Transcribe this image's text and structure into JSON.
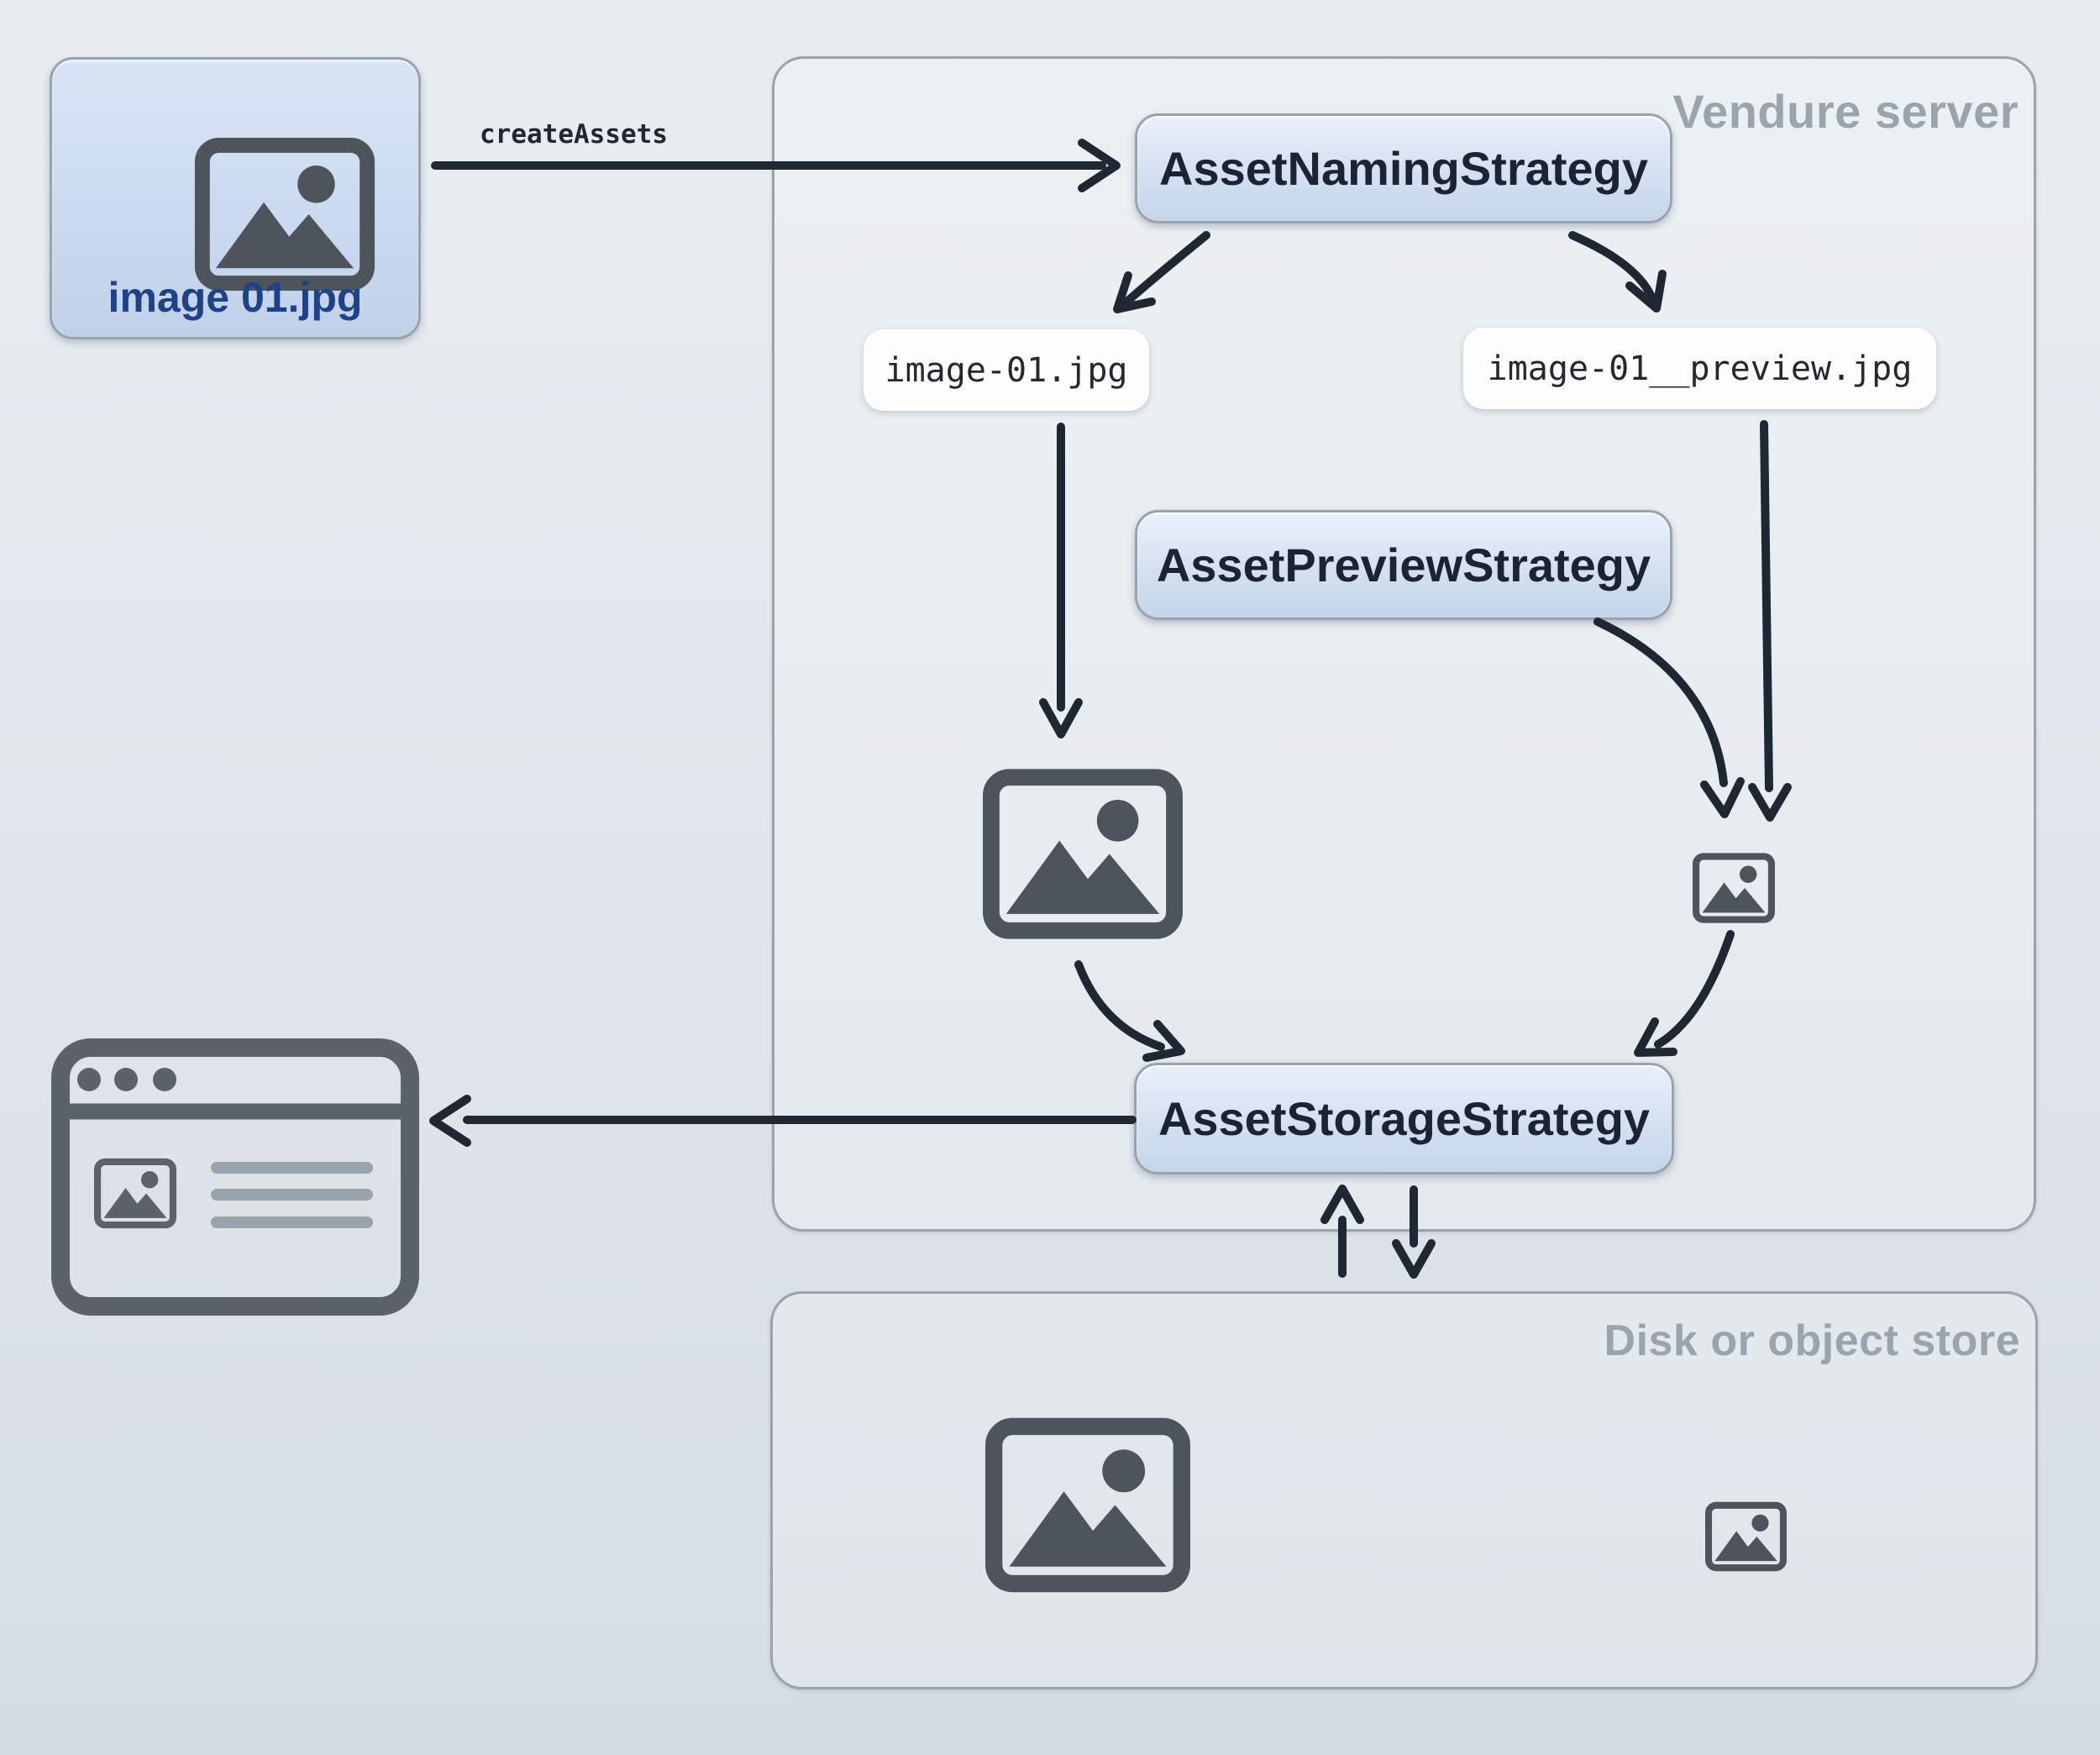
{
  "diagram": {
    "source_asset": {
      "filename": "image 01.jpg"
    },
    "create_assets_call": "createAssets",
    "vendure_server": {
      "title": "Vendure server",
      "asset_naming_strategy": "AssetNamingStrategy",
      "asset_preview_strategy": "AssetPreviewStrategy",
      "asset_storage_strategy": "AssetStorageStrategy",
      "original_filename": "image-01.jpg",
      "preview_filename": "image-01__preview.jpg"
    },
    "disk_store": {
      "title": "Disk or object store"
    }
  },
  "icons": {
    "image_placeholder": "image-icon",
    "browser_window": "browser-window-icon"
  },
  "colors": {
    "arrow": "#1f2733",
    "container_border": "#9aa3ab",
    "container_label": "#9aa4ad",
    "box_border": "#9aa3ab",
    "box_text": "#1c2434",
    "pill_bg": "#fdfdfd",
    "pill_text": "#23292f",
    "source_label": "#1e4289",
    "icon_color": "#4d545b",
    "browser_icon_color": "#5b6269",
    "browser_line_color": "#9aa3ab",
    "page_bg_top": "#e8edf1",
    "page_bg_bottom": "#d5dce3"
  }
}
